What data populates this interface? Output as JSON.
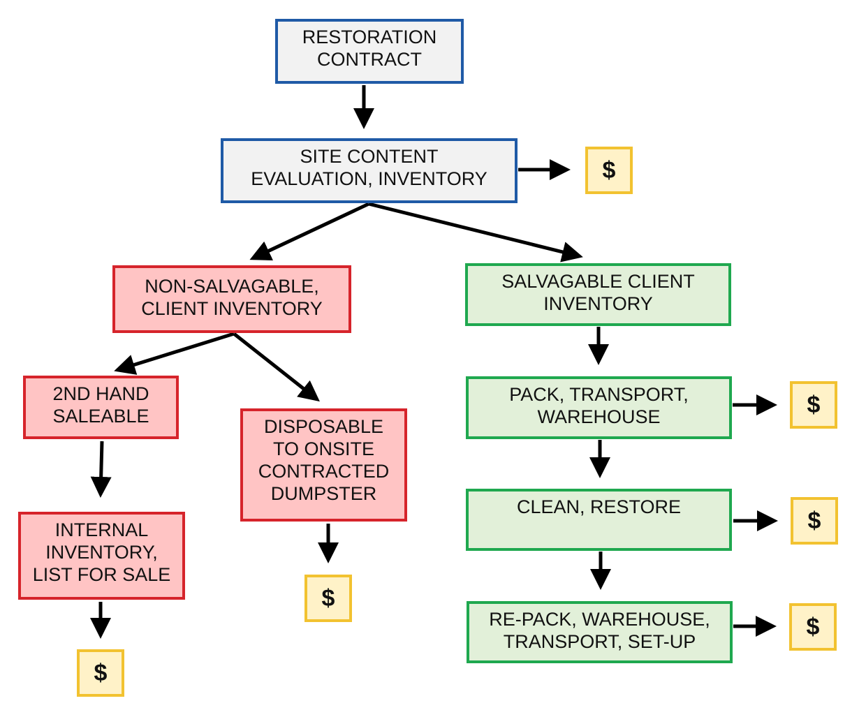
{
  "colors": {
    "blue_border": "#1f5aa6",
    "red_border": "#d6242b",
    "green_border": "#1fa84f",
    "cost_border": "#f2c230",
    "arrow": "#000000"
  },
  "nodes": {
    "restoration_contract": [
      "RESTORATION",
      "CONTRACT"
    ],
    "site_evaluation": [
      "SITE CONTENT",
      "EVALUATION, INVENTORY"
    ],
    "non_salvagable": [
      "NON-SALVAGABLE,",
      "CLIENT INVENTORY"
    ],
    "salvagable": [
      "SALVAGABLE CLIENT",
      "INVENTORY"
    ],
    "second_hand": [
      "2ND HAND",
      "SALEABLE"
    ],
    "disposable": [
      "DISPOSABLE",
      "TO ONSITE",
      "CONTRACTED",
      "DUMPSTER"
    ],
    "internal_inventory": [
      "INTERNAL",
      "INVENTORY,",
      "LIST FOR SALE"
    ],
    "pack_transport": [
      "PACK, TRANSPORT,",
      "WAREHOUSE"
    ],
    "clean_restore": [
      "CLEAN, RESTORE"
    ],
    "repack": [
      "RE-PACK, WAREHOUSE,",
      "TRANSPORT, SET-UP"
    ]
  },
  "cost_label": "$",
  "cost_icon": "dollar-sign"
}
